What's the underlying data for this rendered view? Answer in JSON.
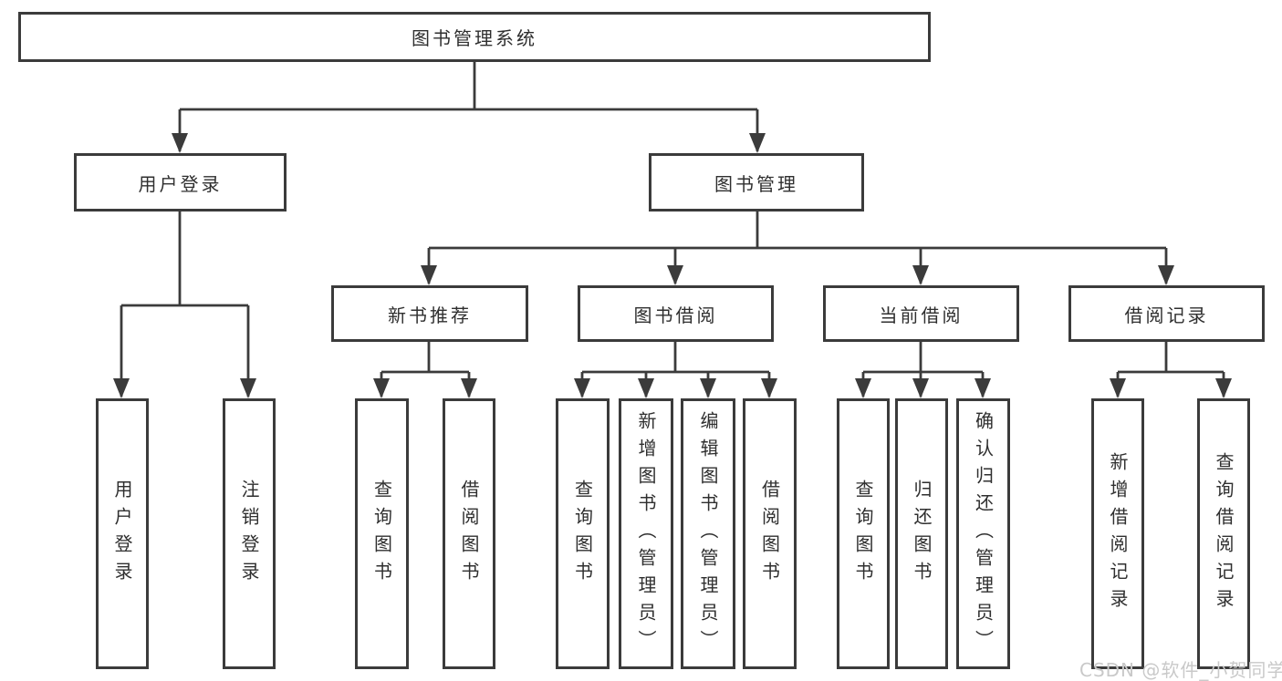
{
  "diagram_type": "hierarchy-flowchart",
  "colors": {
    "background": "#ffffff",
    "line": "#3b3b3b",
    "box_border": "#3b3b3b",
    "text": "#2f2f2f",
    "watermark": "#c9c9c9"
  },
  "tree": {
    "label": "图书管理系统",
    "children": [
      {
        "label": "用户登录",
        "children": [
          {
            "label": "用户登录"
          },
          {
            "label": "注销登录"
          }
        ]
      },
      {
        "label": "图书管理",
        "children": [
          {
            "label": "新书推荐",
            "children": [
              {
                "label": "查询图书"
              },
              {
                "label": "借阅图书"
              }
            ]
          },
          {
            "label": "图书借阅",
            "children": [
              {
                "label": "查询图书"
              },
              {
                "label": "新增图书（管理员）"
              },
              {
                "label": "编辑图书（管理员）"
              },
              {
                "label": "借阅图书"
              }
            ]
          },
          {
            "label": "当前借阅",
            "children": [
              {
                "label": "查询图书"
              },
              {
                "label": "归还图书"
              },
              {
                "label": "确认归还（管理员）"
              }
            ]
          },
          {
            "label": "借阅记录",
            "children": [
              {
                "label": "新增借阅记录"
              },
              {
                "label": "查询借阅记录"
              }
            ]
          }
        ]
      }
    ]
  },
  "watermark": {
    "text": "CSDN @软件_小贺同学"
  }
}
